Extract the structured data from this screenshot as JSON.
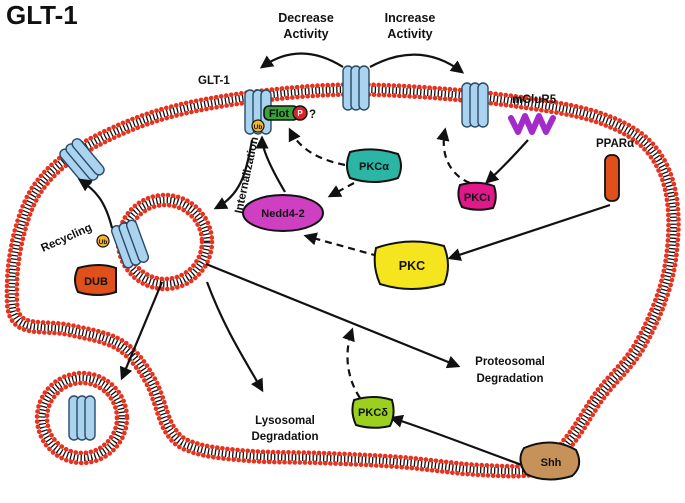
{
  "title": "GLT-1",
  "labels": {
    "decrease": [
      "Decrease",
      "Activity"
    ],
    "increase": [
      "Increase",
      "Activity"
    ],
    "glt1": "GLT-1",
    "mglur5": "mGluR5",
    "ppar": "PPARα",
    "internalization": "Internalization",
    "recycling": "Recycling",
    "lysosomal": [
      "Lysosomal",
      "Degradation"
    ],
    "proteosomal": [
      "Proteosomal",
      "Degradation"
    ],
    "question": "?"
  },
  "molecules": {
    "pkc_alpha": "PKCα",
    "pkc_iota": "PKCι",
    "pkc": "PKC",
    "pkc_delta": "PKCδ",
    "nedd4": "Nedd4-2",
    "dub": "DUB",
    "shh": "Shh",
    "flot": "Flot",
    "p": "P",
    "ub": "Ub"
  },
  "colors": {
    "membrane_red": "#e8321e",
    "transporter_blue": "#a9d3ee",
    "pkc_alpha": "#2ab5a5",
    "pkc_iota": "#e0188a",
    "pkc": "#f5e51e",
    "pkc_delta": "#9bd11e",
    "nedd4": "#cf3fc2",
    "dub": "#e0501a",
    "shh": "#c6925a",
    "ppar": "#e0501a",
    "mglur5": "#a22bc9",
    "flot": "#3aa23a",
    "ub": "#f2b52a"
  }
}
